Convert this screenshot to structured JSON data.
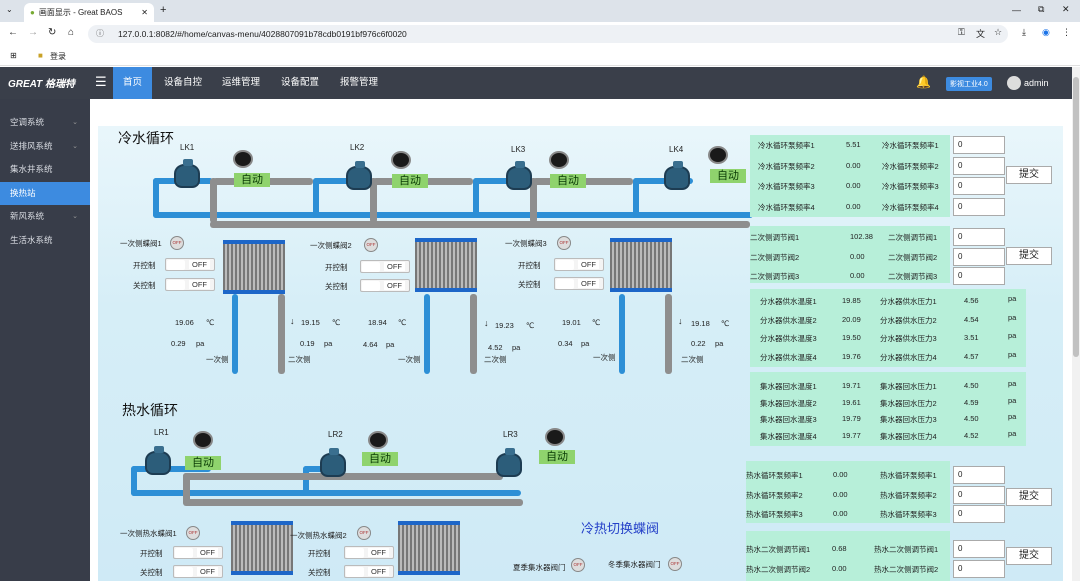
{
  "browser": {
    "tab_title": "画面显示 - Great BAOS",
    "url": "127.0.0.1:8082/#/home/canvas-menu/4028807091b78cdb0191bf976c6f0020",
    "bookmark": "登录"
  },
  "header": {
    "logo": "GREAT 格瑞特",
    "nav": [
      "首页",
      "设备自控",
      "运维管理",
      "设备配置",
      "报警管理"
    ],
    "badge": "影视工业4.0",
    "user": "admin"
  },
  "sidebar": {
    "items": [
      "空调系统",
      "送排风系统",
      "集水井系统",
      "换热站",
      "新风系统",
      "生活水系统"
    ],
    "active": 3
  },
  "cold": {
    "title": "冷水循环",
    "pumps": [
      "LK1",
      "LK2",
      "LK3",
      "LK4"
    ],
    "auto": "自动",
    "left_labels": [
      {
        "valve": "一次侧蝶阀1",
        "on": "开控制",
        "offc": "关控制"
      },
      {
        "valve": "一次侧蝶阀2",
        "on": "开控制",
        "offc": "关控制"
      },
      {
        "valve": "一次侧蝶阀3",
        "on": "开控制",
        "offc": "关控制"
      }
    ],
    "off": "OFF",
    "readings": [
      {
        "t1": "19.06",
        "t2": "19.15",
        "p1": "0.29",
        "p2": "0.19"
      },
      {
        "t1": "18.94",
        "t2": "19.23",
        "p1": "4.64",
        "p2": "4.52"
      },
      {
        "t1": "19.01",
        "t2": "19.18",
        "p1": "0.34",
        "p2": "0.22"
      }
    ],
    "unit_t": "℃",
    "unit_p": "pa",
    "primary": "一次侧",
    "secondary": "二次侧"
  },
  "hot": {
    "title": "热水循环",
    "pumps": [
      "LR1",
      "LR2",
      "LR3"
    ],
    "auto": "自动",
    "left_labels": [
      {
        "valve": "一次侧热水蝶阀1",
        "on": "开控制",
        "offc": "关控制"
      },
      {
        "valve": "一次侧热水蝶阀2",
        "on": "开控制",
        "offc": "关控制"
      }
    ],
    "switch_title": "冷热切换蝶阀",
    "summer": "夏季集水器阀门",
    "winter": "冬季集水器阀门"
  },
  "panels": {
    "p1": {
      "rows": [
        [
          "冷水循环泵频率1",
          "5.51",
          "冷水循环泵频率1",
          "0"
        ],
        [
          "冷水循环泵频率2",
          "0.00",
          "冷水循环泵频率2",
          "0"
        ],
        [
          "冷水循环泵频率3",
          "0.00",
          "冷水循环泵频率3",
          "0"
        ],
        [
          "冷水循环泵频率4",
          "0.00",
          "冷水循环泵频率4",
          "0"
        ]
      ],
      "submit": "提交"
    },
    "p2": {
      "rows": [
        [
          "二次侧调节阀1",
          "102.38",
          "二次侧调节阀1",
          "0"
        ],
        [
          "二次侧调节阀2",
          "0.00",
          "二次侧调节阀2",
          "0"
        ],
        [
          "二次侧调节阀3",
          "0.00",
          "二次侧调节阀3",
          "0"
        ]
      ],
      "submit": "提交"
    },
    "p3": {
      "rows": [
        [
          "分水器供水温度1",
          "19.85",
          "分水器供水压力1",
          "4.56"
        ],
        [
          "分水器供水温度2",
          "20.09",
          "分水器供水压力2",
          "4.54"
        ],
        [
          "分水器供水温度3",
          "19.50",
          "分水器供水压力3",
          "3.51"
        ],
        [
          "分水器供水温度4",
          "19.76",
          "分水器供水压力4",
          "4.57"
        ]
      ],
      "unit": "pa"
    },
    "p4": {
      "rows": [
        [
          "集水器回水温度1",
          "19.71",
          "集水器回水压力1",
          "4.50"
        ],
        [
          "集水器回水温度2",
          "19.61",
          "集水器回水压力2",
          "4.59"
        ],
        [
          "集水器回水温度3",
          "19.79",
          "集水器回水压力3",
          "4.50"
        ],
        [
          "集水器回水温度4",
          "19.77",
          "集水器回水压力4",
          "4.52"
        ]
      ],
      "unit": "pa"
    },
    "p5": {
      "rows": [
        [
          "热水循环泵频率1",
          "0.00",
          "热水循环泵频率1",
          "0"
        ],
        [
          "热水循环泵频率2",
          "0.00",
          "热水循环泵频率2",
          "0"
        ],
        [
          "热水循环泵频率3",
          "0.00",
          "热水循环泵频率3",
          "0"
        ]
      ],
      "submit": "提交"
    },
    "p6": {
      "rows": [
        [
          "热水二次侧调节阀1",
          "0.68",
          "热水二次侧调节阀1",
          "0"
        ],
        [
          "热水二次侧调节阀2",
          "0.00",
          "热水二次侧调节阀2",
          "0"
        ]
      ],
      "submit": "提交"
    }
  }
}
